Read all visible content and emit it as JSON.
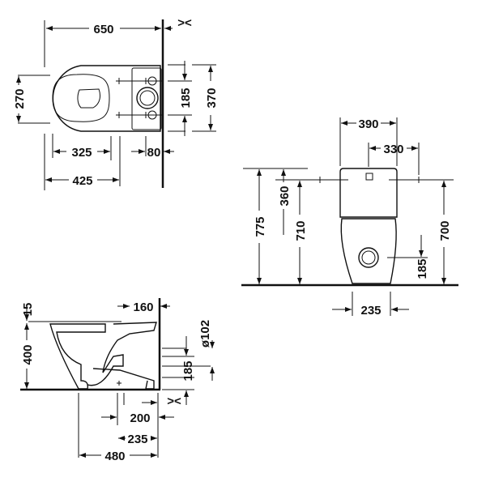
{
  "drawing": {
    "top_view": {
      "width": "650",
      "depth": "270",
      "seat_length": "325",
      "front_to_axis": "425",
      "rear": "80",
      "holes": "185",
      "tank_width": "370",
      "wall_marker": "><"
    },
    "front_view": {
      "tank_width": "390",
      "bolt_spacing": "330",
      "total_height": "775",
      "tank_height": "360",
      "height_to_bolts": "710",
      "height_to_bolts_right": "700",
      "outlet_height": "185",
      "base_width": "235"
    },
    "side_view": {
      "seat_thickness": "15",
      "seat_height": "400",
      "tank_depth": "160",
      "outlet_diameter": "ø102",
      "outlet_height": "185",
      "outlet_distance": "200",
      "base_distance": "235",
      "total_depth": "480",
      "wall_marker": "><"
    }
  }
}
